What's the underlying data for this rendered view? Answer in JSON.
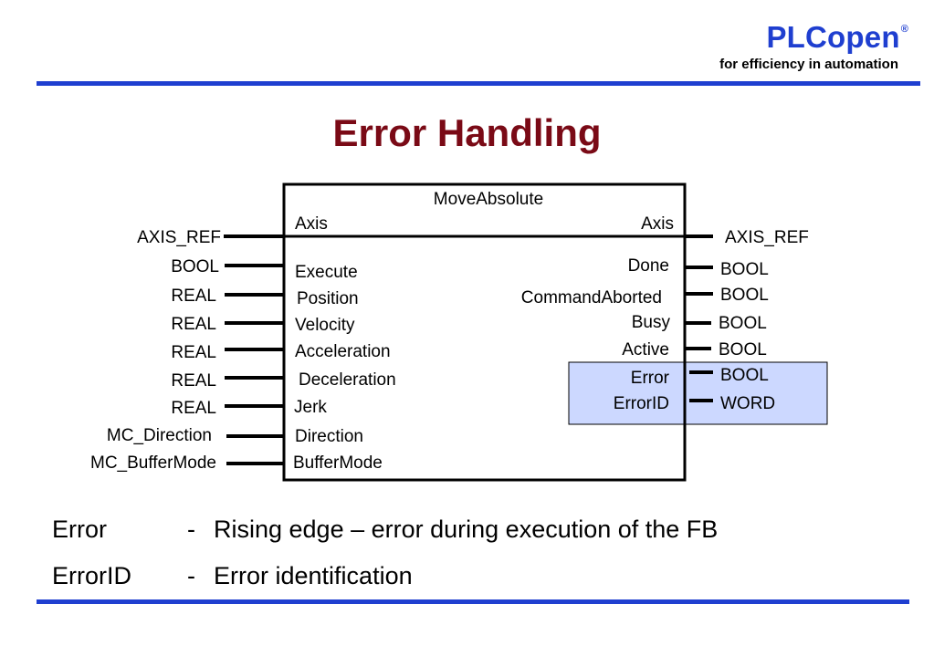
{
  "header": {
    "brand": "PLCopen",
    "registered_mark": "®",
    "tagline": "for efficiency in automation",
    "brand_color": "#1f3fd0"
  },
  "title": "Error Handling",
  "title_color": "#7a0a16",
  "function_block": {
    "name": "MoveAbsolute",
    "axis_inout": {
      "input_type": "AXIS_REF",
      "input_label": "Axis",
      "output_label": "Axis",
      "output_type": "AXIS_REF"
    },
    "inputs": [
      {
        "type": "BOOL",
        "name": "Execute"
      },
      {
        "type": "REAL",
        "name": "Position"
      },
      {
        "type": "REAL",
        "name": "Velocity"
      },
      {
        "type": "REAL",
        "name": "Acceleration"
      },
      {
        "type": "REAL",
        "name": "Deceleration"
      },
      {
        "type": "REAL",
        "name": "Jerk"
      },
      {
        "type": "MC_Direction",
        "name": "Direction"
      },
      {
        "type": "MC_BufferMode",
        "name": "BufferMode"
      }
    ],
    "outputs": [
      {
        "name": "Done",
        "type": "BOOL"
      },
      {
        "name": "CommandAborted",
        "type": "BOOL"
      },
      {
        "name": "Busy",
        "type": "BOOL"
      },
      {
        "name": "Active",
        "type": "BOOL"
      },
      {
        "name": "Error",
        "type": "BOOL",
        "highlighted": true
      },
      {
        "name": "ErrorID",
        "type": "WORD",
        "highlighted": true
      }
    ],
    "highlight_color": "#ccd8ff"
  },
  "footnotes": [
    {
      "term": "Error",
      "dash": "-",
      "description": "Rising edge – error during execution of the FB"
    },
    {
      "term": "ErrorID",
      "dash": "-",
      "description": "Error identification"
    }
  ]
}
